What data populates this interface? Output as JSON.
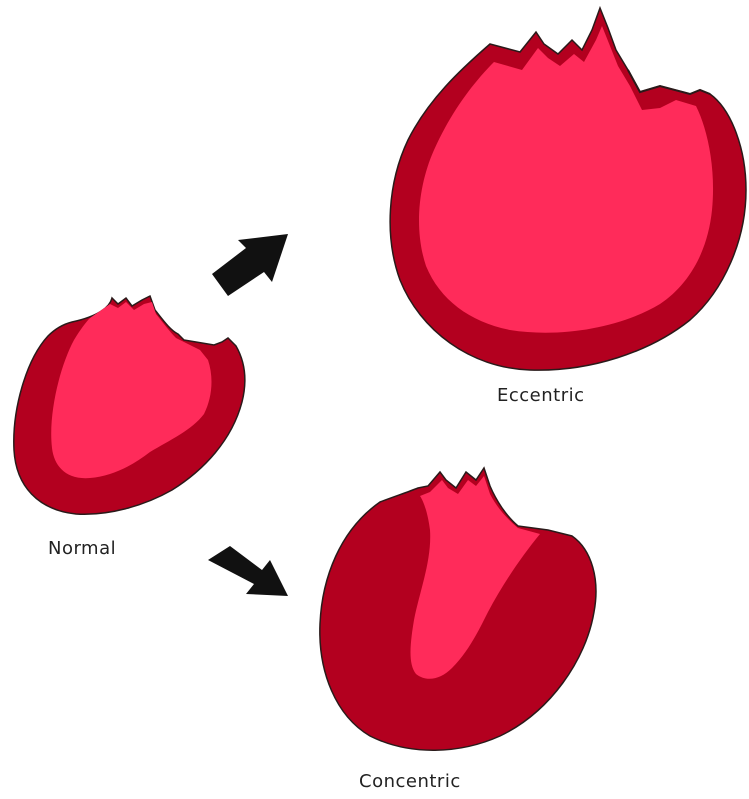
{
  "labels": {
    "normal": "Normal",
    "eccentric": "Eccentric",
    "concentric": "Concentric"
  },
  "colors": {
    "outer_wall": "#b3001f",
    "outer_wall_dark": "#8a0a1e",
    "inner_chamber": "#ff2b5a",
    "outline": "#2a1a1a",
    "arrow": "#111111",
    "background": "#ffffff"
  },
  "icons": {
    "arrow_up": "arrow-up-right-icon",
    "arrow_down": "arrow-down-right-icon"
  }
}
